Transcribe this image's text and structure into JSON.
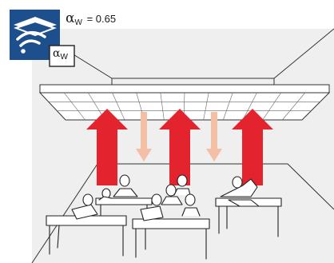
{
  "badge": {
    "icon": "ceiling-absorption-icon",
    "box_symbol": "α",
    "box_subscript": "W",
    "color": "#1c4f8c"
  },
  "rating": {
    "symbol": "α",
    "subscript": "W",
    "value_text": "= 0.65"
  },
  "colors": {
    "wall_background": "#efefef",
    "ceiling_panel": "#ffffff",
    "arrow_up": "#e3232d",
    "arrow_down": "#f3c0a6"
  },
  "arrows": {
    "up": 3,
    "down": 2
  }
}
